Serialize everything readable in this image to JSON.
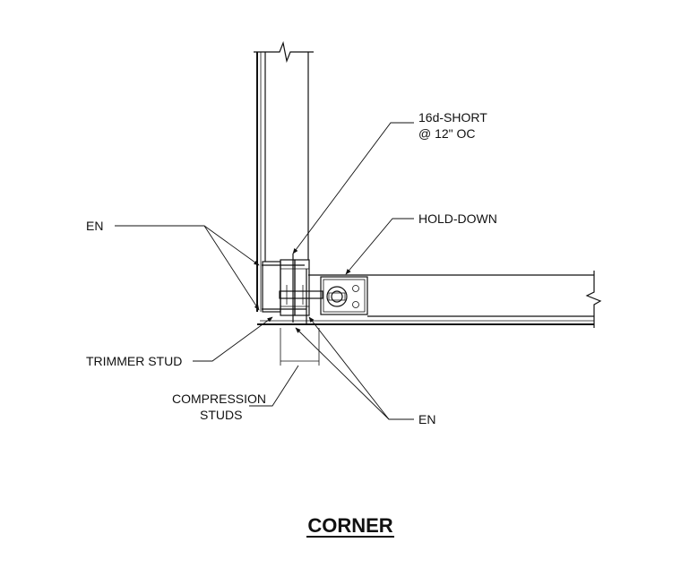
{
  "title": "CORNER",
  "labels": {
    "nail_line1": "16d-SHORT",
    "nail_line2": "@ 12\" OC",
    "en_left": "EN",
    "hold_down": "HOLD-DOWN",
    "trimmer_stud": "TRIMMER STUD",
    "compression_line1": "COMPRESSION",
    "compression_line2": "STUDS",
    "en_bottom": "EN"
  }
}
